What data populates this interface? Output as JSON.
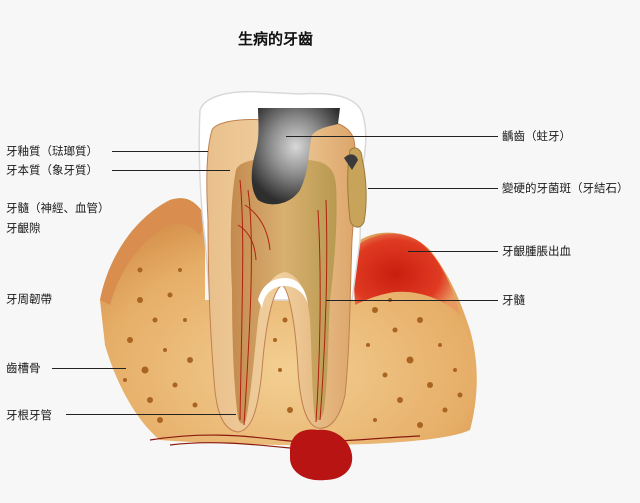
{
  "title": "生病的牙齒",
  "labels": {
    "enamel": "牙釉質（琺瑯質）",
    "dentin": "牙本質（象牙質）",
    "pulp_left": "牙髓（神經、血管）",
    "gingival_sulcus": "牙齦隙",
    "periodontal_ligament": "牙周韌帶",
    "alveolar_bone": "齒槽骨",
    "root_canal": "牙根牙管",
    "caries": "齲齒（蛀牙）",
    "calculus": "變硬的牙菌斑（牙結石）",
    "gum_bleeding": "牙齦腫脹出血",
    "pulp_right": "牙髓"
  },
  "colors": {
    "background": "#f7f7f7",
    "gum": "#e8b880",
    "bone": "#d59a4e",
    "dentin": "#e0b47e",
    "pulp": "#d2b478",
    "decay": "#444444",
    "inflammation": "#d42a1a",
    "abscess": "#b81414"
  }
}
